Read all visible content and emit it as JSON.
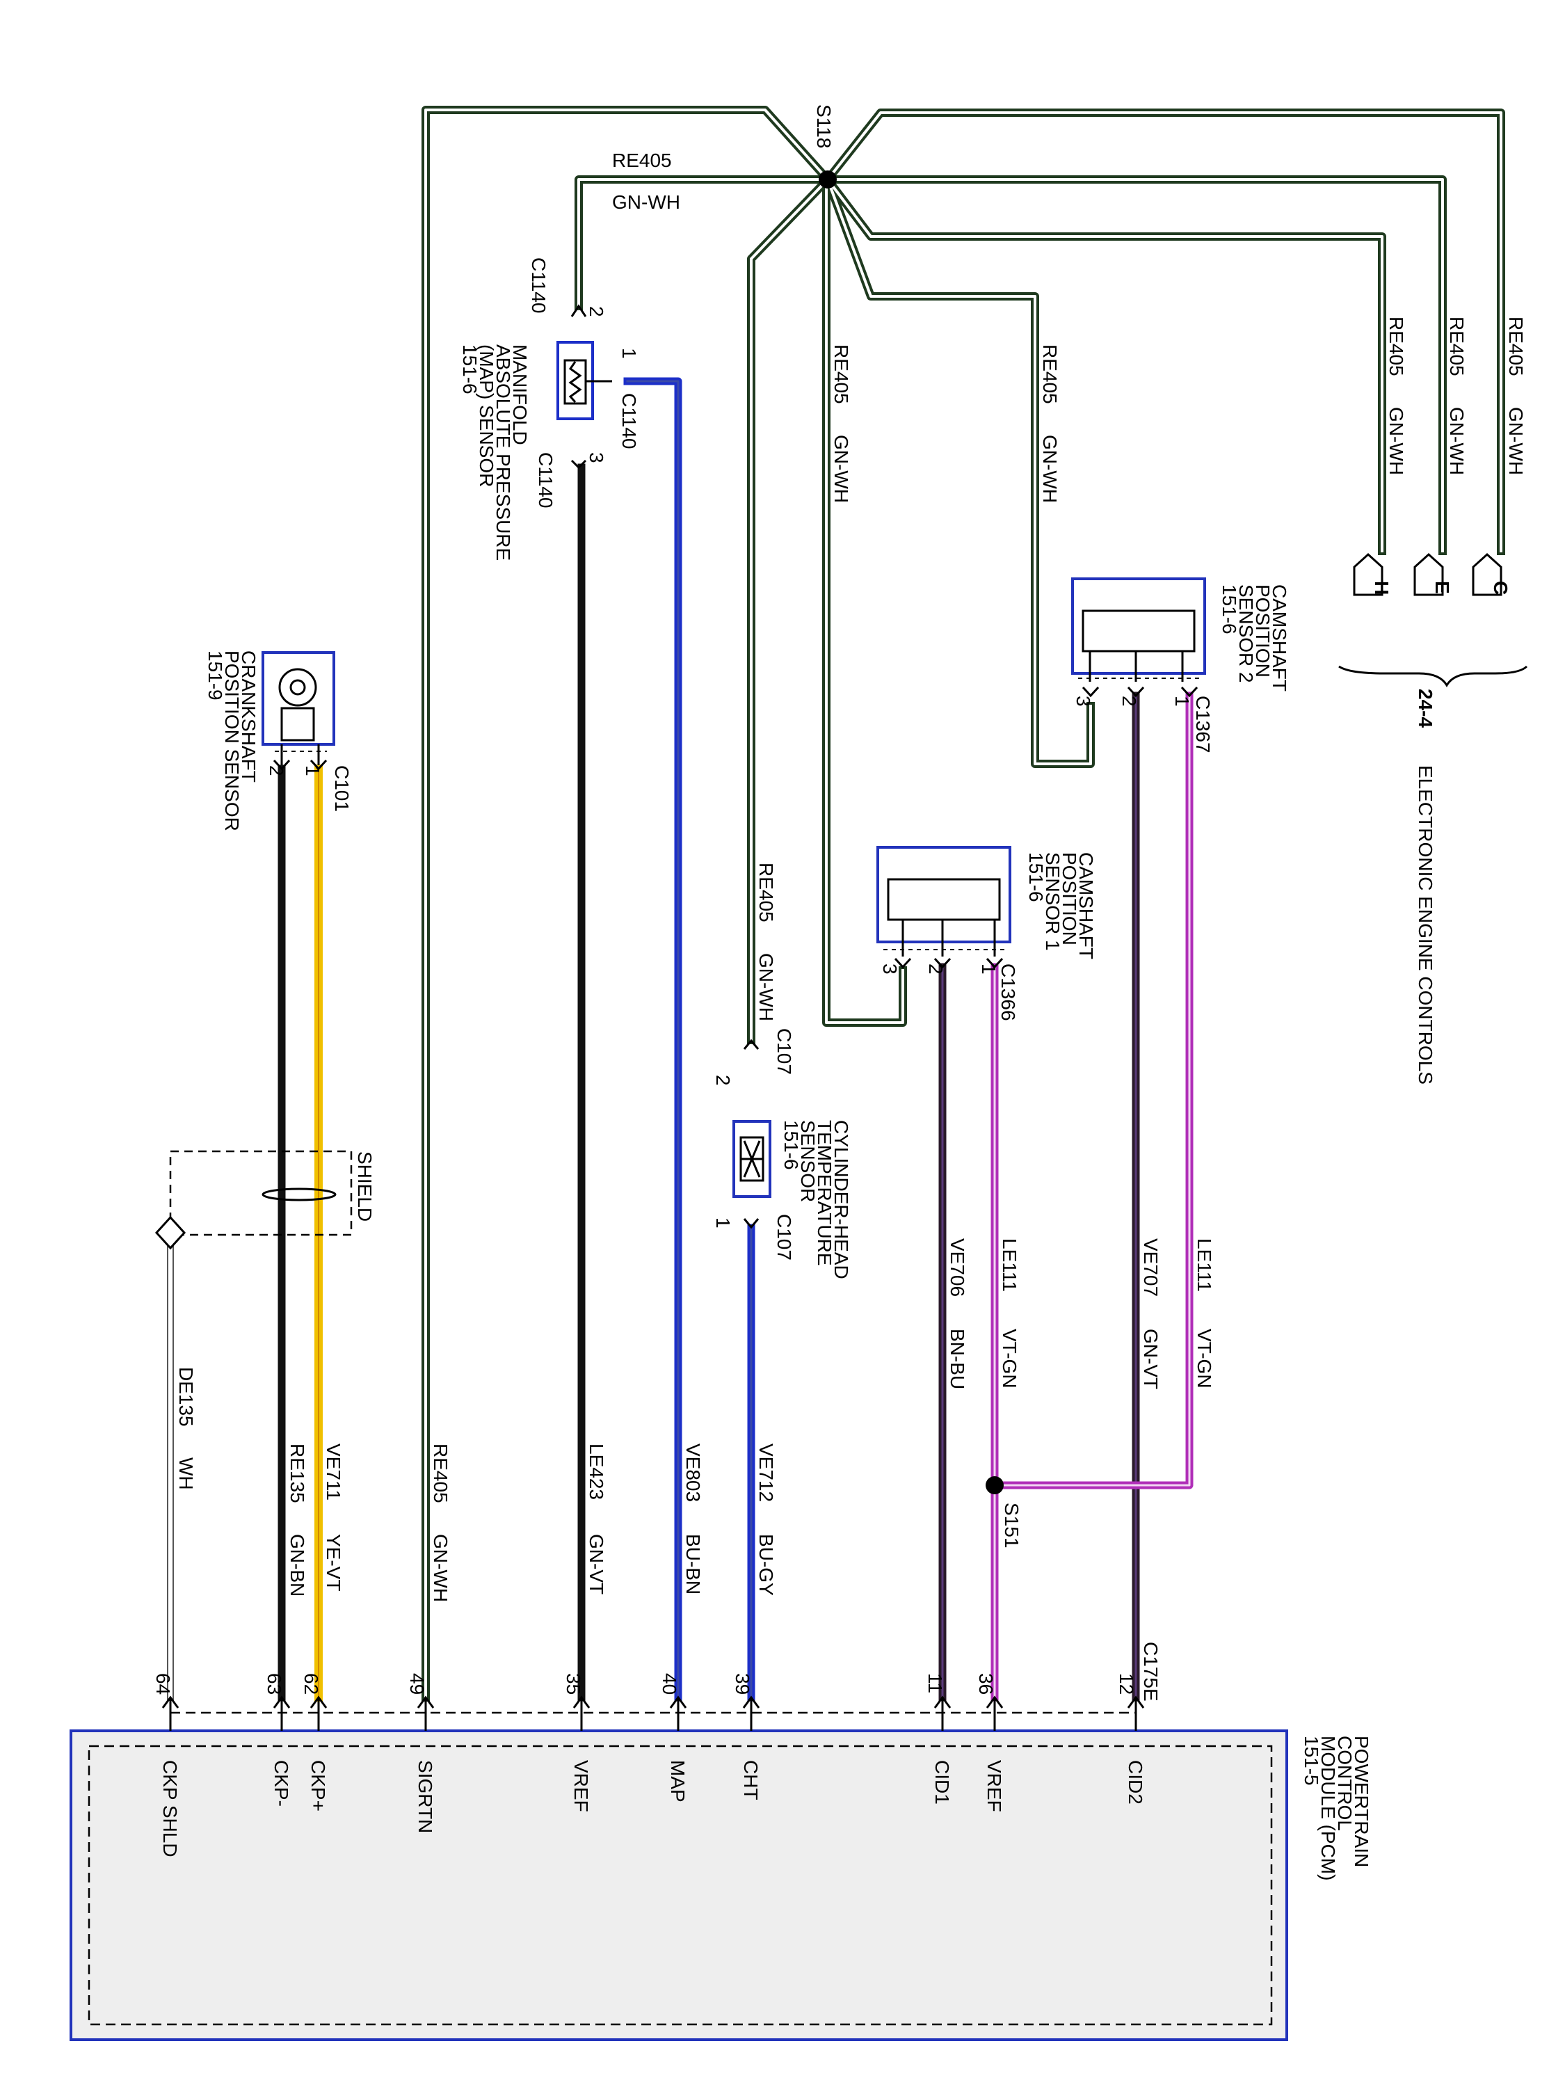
{
  "splices": {
    "s118": "S118",
    "s151": "S151"
  },
  "top_bus": {
    "circuit": "RE405",
    "color": "GN-WH"
  },
  "engine_controls": {
    "page_ref": "24-4",
    "title": "ELECTRONIC ENGINE CONTROLS",
    "branches": [
      {
        "circuit": "RE405",
        "color": "GN-WH",
        "label": "C"
      },
      {
        "circuit": "RE405",
        "color": "GN-WH",
        "label": "E"
      },
      {
        "circuit": "RE405",
        "color": "GN-WH",
        "label": "H"
      }
    ]
  },
  "map_sensor": {
    "lines": [
      "MANIFOLD",
      "ABSOLUTE PRESSURE",
      "(MAP) SENSOR",
      "151-6"
    ],
    "connector": "C1140",
    "pins": {
      "p2": "2",
      "p1": "1",
      "p3": "3"
    }
  },
  "cmp2": {
    "lines": [
      "CAMSHAFT",
      "POSITION",
      "SENSOR 2",
      "151-6"
    ],
    "connector": "C1367",
    "pins": {
      "p1": "1",
      "p2": "2",
      "p3": "3"
    },
    "return_wire": {
      "circuit": "RE405",
      "color": "GN-WH"
    }
  },
  "cmp1": {
    "lines": [
      "CAMSHAFT",
      "POSITION",
      "SENSOR 1",
      "151-6"
    ],
    "connector": "C1366",
    "pins": {
      "p1": "1",
      "p2": "2",
      "p3": "3"
    },
    "return_wire": {
      "circuit": "RE405",
      "color": "GN-WH"
    }
  },
  "cht": {
    "lines": [
      "CYLINDER-HEAD",
      "TEMPERATURE",
      "SENSOR",
      "151-6"
    ],
    "connector": "C107",
    "pins": {
      "p1": "1",
      "p2": "2"
    },
    "return_wire": {
      "circuit": "RE405",
      "color": "GN-WH"
    }
  },
  "ckp": {
    "lines": [
      "CRANKSHAFT",
      "POSITION SENSOR",
      "151-9"
    ],
    "connector": "C101",
    "pins": {
      "p1": "1",
      "p2": "2"
    }
  },
  "shield_label": "SHIELD",
  "wires": {
    "le111_a": {
      "circuit": "LE111",
      "color": "VT-GN"
    },
    "ve707": {
      "circuit": "VE707",
      "color": "GN-VT"
    },
    "le111_b": {
      "circuit": "LE111",
      "color": "VT-GN"
    },
    "ve706": {
      "circuit": "VE706",
      "color": "BN-BU"
    },
    "ve712": {
      "circuit": "VE712",
      "color": "BU-GY"
    },
    "ve803": {
      "circuit": "VE803",
      "color": "BU-BN"
    },
    "le423": {
      "circuit": "LE423",
      "color": "GN-VT"
    },
    "re405": {
      "circuit": "RE405",
      "color": "GN-WH"
    },
    "ve711": {
      "circuit": "VE711",
      "color": "YE-VT"
    },
    "re135": {
      "circuit": "RE135",
      "color": "GN-BN"
    },
    "de135": {
      "circuit": "DE135",
      "color": "WH"
    }
  },
  "pcm": {
    "lines": [
      "POWERTRAIN",
      "CONTROL",
      "MODULE (PCM)",
      "151-5"
    ],
    "connector": "C175E",
    "pins": [
      {
        "num": "12",
        "name": "CID2"
      },
      {
        "num": "36",
        "name": "VREF"
      },
      {
        "num": "11",
        "name": "CID1"
      },
      {
        "num": "39",
        "name": "CHT"
      },
      {
        "num": "40",
        "name": "MAP"
      },
      {
        "num": "35",
        "name": "VREF"
      },
      {
        "num": "49",
        "name": "SIGRTN"
      },
      {
        "num": "62",
        "name": "CKP+"
      },
      {
        "num": "63",
        "name": "CKP-"
      },
      {
        "num": "64",
        "name": "CKP SHLD"
      }
    ]
  },
  "colors": {
    "green_wh": "#1f3a1f",
    "blue": "#1c2fc8",
    "violet": "#b02fb8",
    "yellow": "#f0c000",
    "pcm_border": "#2233bb",
    "pcm_fill": "#eeeeee"
  }
}
